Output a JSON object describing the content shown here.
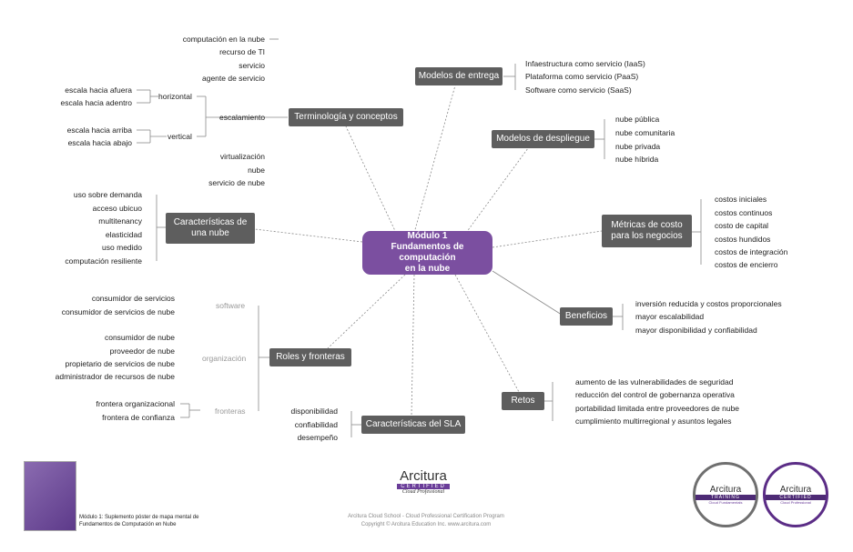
{
  "center": {
    "line1": "Módulo 1",
    "line2": "Fundamentos de computación",
    "line3": "en la nube"
  },
  "nodes": {
    "entrega": "Modelos de entrega",
    "terminologia": "Terminología y conceptos",
    "despliegue": "Modelos de despliegue",
    "caracteristicas": "Características de una nube",
    "metricas": "Métricas de costo para los negocios",
    "beneficios": "Beneficios",
    "roles": "Roles y fronteras",
    "retos": "Retos",
    "sla": "Características del SLA"
  },
  "terminologia": {
    "items": [
      "computación en la nube",
      "recurso de TI",
      "servicio",
      "agente de servicio"
    ],
    "escalamiento": "escalamiento",
    "horizontal": "horizontal",
    "vertical": "vertical",
    "h_items": [
      "escala hacia afuera",
      "escala hacia adentro"
    ],
    "v_items": [
      "escala hacia arriba",
      "escala hacia abajo"
    ],
    "more": [
      "virtualización",
      "nube",
      "servicio de nube"
    ]
  },
  "entrega": [
    "Infaestructura como servicio (IaaS)",
    "Plataforma como servicio (PaaS)",
    "Software como servicio (SaaS)"
  ],
  "despliegue": [
    "nube pública",
    "nube comunitaria",
    "nube privada",
    "nube híbrida"
  ],
  "caracteristicas": [
    "uso sobre demanda",
    "acceso ubicuo",
    "multitenancy",
    "elasticidad",
    "uso medido",
    "computación resiliente"
  ],
  "metricas": [
    "costos iniciales",
    "costos continuos",
    "costo de capital",
    "costos hundidos",
    "costos de integración",
    "costos de encierro"
  ],
  "beneficios": [
    "inversión reducida y costos proporcionales",
    "mayor escalabilidad",
    "mayor disponibilidad y confiabilidad"
  ],
  "roles": {
    "software": "software",
    "organizacion": "organización",
    "fronteras": "fronteras",
    "software_items": [
      "consumidor de servicios",
      "consumidor de servicios de nube"
    ],
    "org_items": [
      "consumidor de nube",
      "proveedor de nube",
      "propietario de servicios de nube",
      "administrador de recursos de nube"
    ],
    "front_items": [
      "frontera organizacional",
      "frontera de confianza"
    ]
  },
  "retos": [
    "aumento de las vulnerabilidades de seguridad",
    "reducción del control de gobernanza operativa",
    "portabilidad limitada entre proveedores de nube",
    "cumplimiento multirregional y asuntos legales"
  ],
  "sla": [
    "disponibilidad",
    "confiabilidad",
    "desempeño"
  ],
  "footer": {
    "caption1": "Módulo 1: Suplemento póster de mapa mental de",
    "caption2": "Fundamentos de Computación en Nube",
    "logo": "Arcitura",
    "logo_certified": "CERTIFIED",
    "logo_sub": "Cloud Professional",
    "program": "Arcitura Cloud School - Cloud Professional Certification Program",
    "copyright": "Copyright © Arcitura Education Inc. www.arcitura.com",
    "badge1": {
      "brand": "Arcitura",
      "band": "TRAINING",
      "sub": "Cloud Fundamentals"
    },
    "badge2": {
      "brand": "Arcitura",
      "band": "CERTIFIED",
      "sub": "Cloud Professional"
    }
  },
  "colors": {
    "center": "#7b4fa0",
    "node": "#5e5e5e",
    "badge_training": "#6f6f6f",
    "badge_certified": "#5b2d86"
  }
}
